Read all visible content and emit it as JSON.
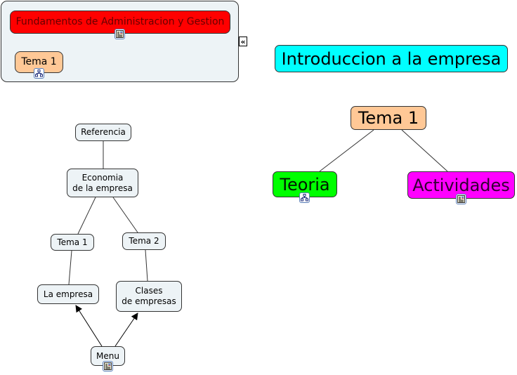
{
  "nav_panel": {
    "title_node": {
      "label": "Fundamentos de Administracion y Gestion",
      "icon": "document-icon",
      "fill": "#ff0000",
      "text_color": "#660000"
    },
    "topic_node": {
      "label": "Tema 1",
      "icon": "concept-map-icon",
      "fill": "#ffc896"
    },
    "collapse_button": {
      "label": "«",
      "icon": "collapse-icon"
    }
  },
  "main_map": {
    "title_node": {
      "label": "Introduccion a la empresa",
      "fill": "#00ffff"
    },
    "root_node": {
      "label": "Tema 1",
      "fill": "#ffc896"
    },
    "children": [
      {
        "label": "Teoria",
        "icon": "concept-map-icon",
        "fill": "#00ff00"
      },
      {
        "label": "Actividades",
        "icon": "document-icon",
        "fill": "#ff00ff",
        "text_color": "#330033"
      }
    ]
  },
  "nav_map": {
    "nodes": {
      "referencia": "Referencia",
      "economia": "Economia\nde la empresa",
      "tema1": "Tema 1",
      "tema2": "Tema 2",
      "la_empresa": "La empresa",
      "clases": "Clases\nde empresas",
      "menu": "Menu"
    },
    "menu_icon": "document-icon",
    "connections": [
      {
        "from": "Referencia",
        "to": "Economia de la empresa",
        "arrow": false
      },
      {
        "from": "Economia de la empresa",
        "to": "Tema 1",
        "arrow": false
      },
      {
        "from": "Economia de la empresa",
        "to": "Tema 2",
        "arrow": false
      },
      {
        "from": "Tema 1",
        "to": "La empresa",
        "arrow": false
      },
      {
        "from": "Tema 2",
        "to": "Clases de empresas",
        "arrow": false
      },
      {
        "from": "Menu",
        "to": "La empresa",
        "arrow": true
      },
      {
        "from": "Menu",
        "to": "Clases de empresas",
        "arrow": true
      }
    ]
  }
}
